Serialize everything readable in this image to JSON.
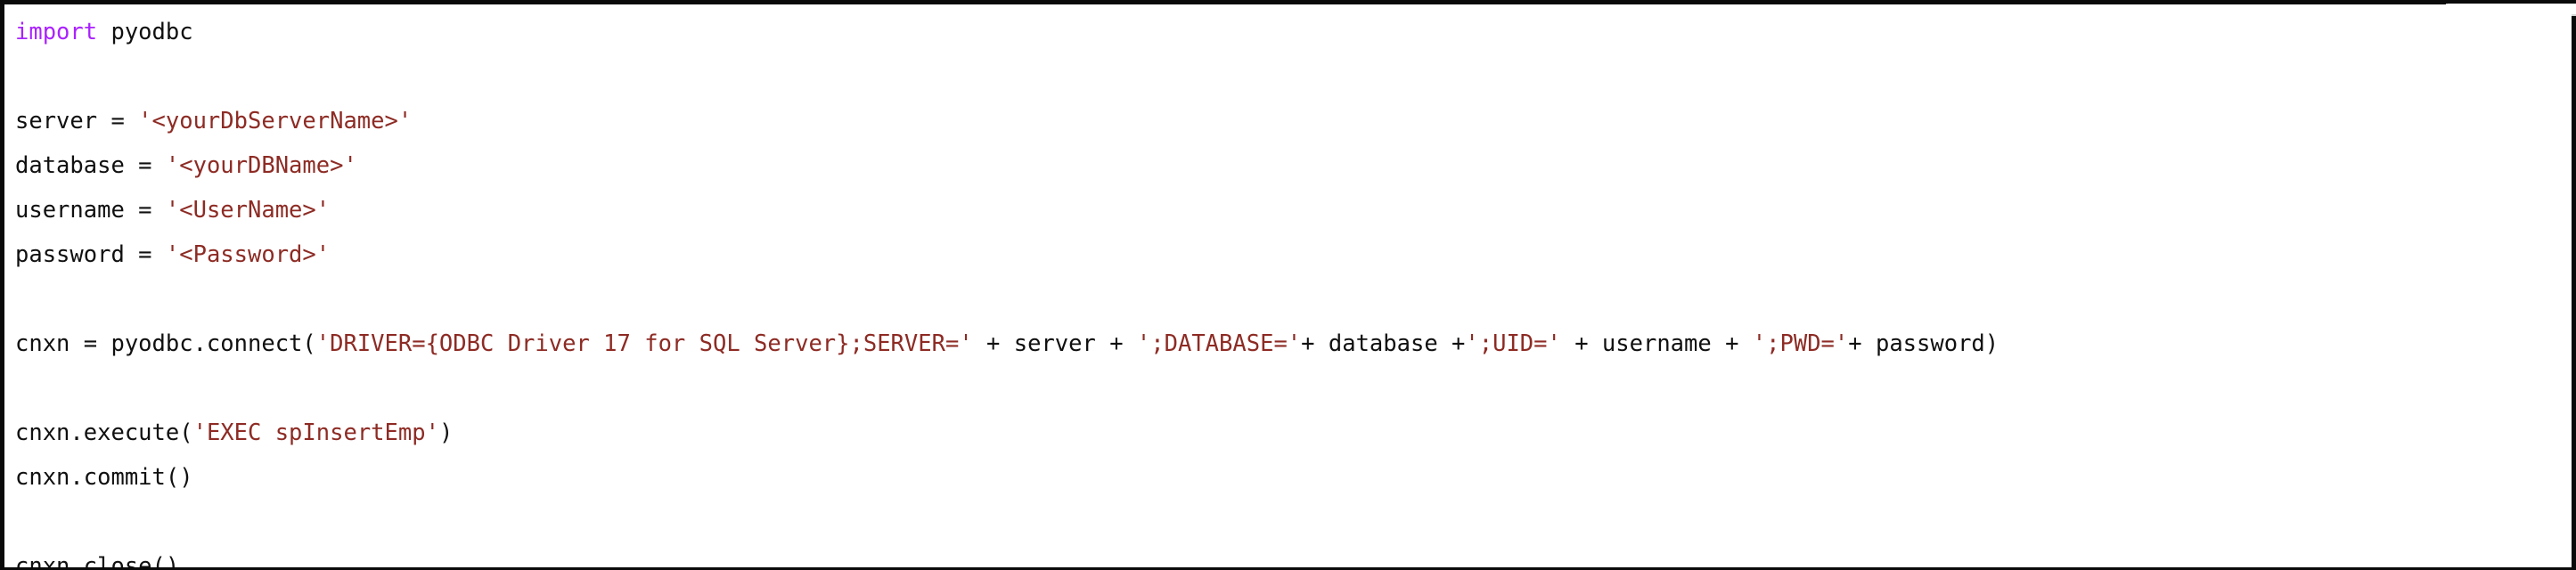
{
  "editor": {
    "language": "python",
    "background_color": "#ffffff",
    "border_color": "#0a0a0a",
    "colors": {
      "keyword": "#aa22ff",
      "string": "#8d2b24",
      "plain": "#101010"
    },
    "corner_widget": {
      "name": "clipped-panel",
      "border_color": "#d6d6d6"
    }
  },
  "code": {
    "lines": [
      {
        "index": 1,
        "text": "import pyodbc",
        "tokens": [
          {
            "t": "import",
            "k": "keyword"
          },
          {
            "t": " pyodbc",
            "k": "plain"
          }
        ]
      },
      {
        "index": 2,
        "text": "",
        "tokens": []
      },
      {
        "index": 3,
        "text": "server = '<yourDbServerName>'",
        "tokens": [
          {
            "t": "server = ",
            "k": "plain"
          },
          {
            "t": "'<yourDbServerName>'",
            "k": "string"
          }
        ]
      },
      {
        "index": 4,
        "text": "database = '<yourDBName>'",
        "tokens": [
          {
            "t": "database = ",
            "k": "plain"
          },
          {
            "t": "'<yourDBName>'",
            "k": "string"
          }
        ]
      },
      {
        "index": 5,
        "text": "username = '<UserName>'",
        "tokens": [
          {
            "t": "username = ",
            "k": "plain"
          },
          {
            "t": "'<UserName>'",
            "k": "string"
          }
        ]
      },
      {
        "index": 6,
        "text": "password = '<Password>'",
        "tokens": [
          {
            "t": "password = ",
            "k": "plain"
          },
          {
            "t": "'<Password>'",
            "k": "string"
          }
        ]
      },
      {
        "index": 7,
        "text": "",
        "tokens": []
      },
      {
        "index": 8,
        "text": "cnxn = pyodbc.connect('DRIVER={ODBC Driver 17 for SQL Server};SERVER=' + server + ';DATABASE='+ database +';UID=' + username + ';PWD='+ password)",
        "tokens": [
          {
            "t": "cnxn = pyodbc.connect(",
            "k": "plain"
          },
          {
            "t": "'DRIVER={ODBC Driver 17 for SQL Server};SERVER='",
            "k": "string"
          },
          {
            "t": " + server + ",
            "k": "plain"
          },
          {
            "t": "';DATABASE='",
            "k": "string"
          },
          {
            "t": "+ database +",
            "k": "plain"
          },
          {
            "t": "';UID='",
            "k": "string"
          },
          {
            "t": " + username + ",
            "k": "plain"
          },
          {
            "t": "';PWD='",
            "k": "string"
          },
          {
            "t": "+ password)",
            "k": "plain"
          }
        ]
      },
      {
        "index": 9,
        "text": "",
        "tokens": []
      },
      {
        "index": 10,
        "text": "cnxn.execute('EXEC spInsertEmp')",
        "tokens": [
          {
            "t": "cnxn.execute(",
            "k": "plain"
          },
          {
            "t": "'EXEC spInsertEmp'",
            "k": "string"
          },
          {
            "t": ")",
            "k": "plain"
          }
        ]
      },
      {
        "index": 11,
        "text": "cnxn.commit()",
        "tokens": [
          {
            "t": "cnxn.commit()",
            "k": "plain"
          }
        ]
      },
      {
        "index": 12,
        "text": "",
        "tokens": []
      },
      {
        "index": 13,
        "text": "cnxn.close()",
        "tokens": [
          {
            "t": "cnxn.close()",
            "k": "plain"
          }
        ]
      }
    ]
  }
}
